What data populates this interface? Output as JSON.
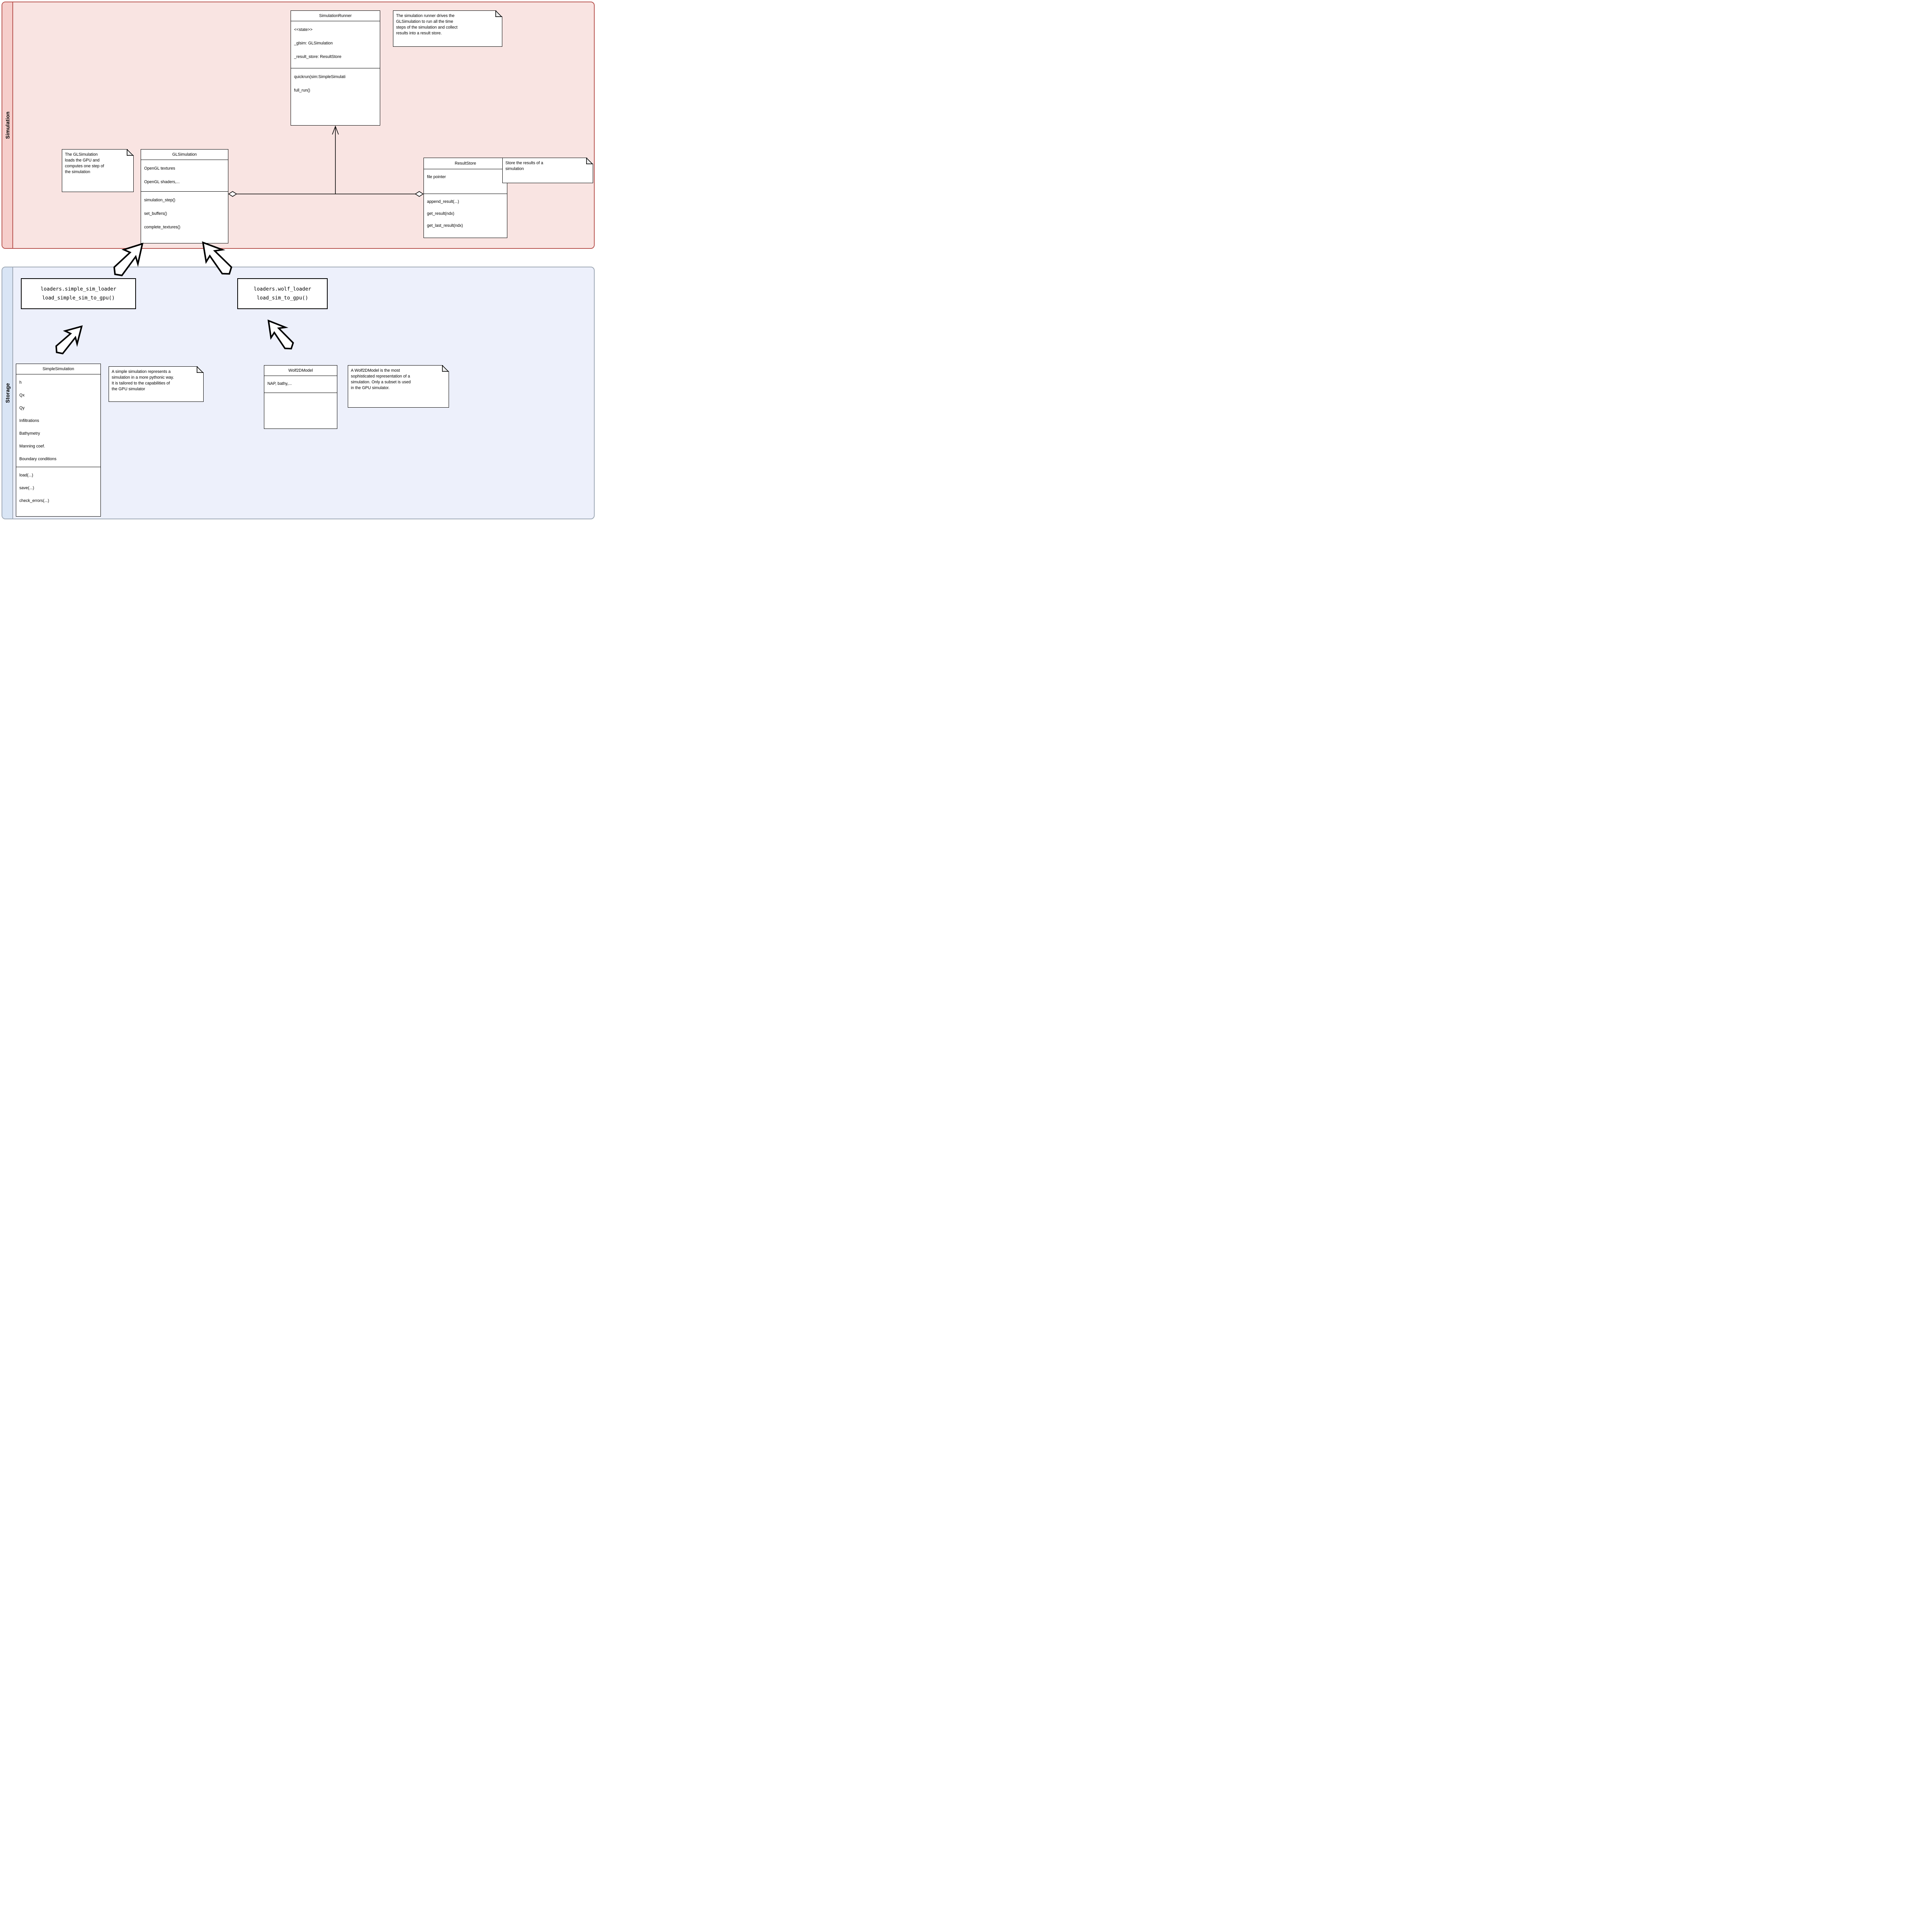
{
  "lanes": {
    "simulation": {
      "label": "Simulation"
    },
    "storage": {
      "label": "Storage"
    }
  },
  "classes": {
    "simulation_runner": {
      "title": "SimulationRunner",
      "attrs": [
        "<<state>>",
        "_glsim: GLSimulation",
        "_result_store: ResultStore"
      ],
      "methods": [
        "quickrun(sim:SimpleSimulati",
        "full_run()"
      ]
    },
    "gl_simulation": {
      "title": "GLSimulation",
      "attrs": [
        "OpenGL textures",
        "OpenGL shaders,..."
      ],
      "methods": [
        "simulation_step()",
        "set_buffers()",
        "complete_textures()"
      ]
    },
    "result_store": {
      "title": "ResultStore",
      "attrs": [
        "file pointer"
      ],
      "methods": [
        "append_result(...)",
        "get_result(ndx)",
        "get_last_result(ndx)"
      ]
    },
    "simple_simulation": {
      "title": "SimpleSimulation",
      "attrs": [
        "h",
        "Qx",
        "Qy",
        "Infiltrations",
        "Bathymetry",
        "Manning coef.",
        "Boundary conditions"
      ],
      "methods": [
        "load(...)",
        "save(...)",
        "check_errors(...)"
      ]
    },
    "wolf2d_model": {
      "title": "Wolf2DModel",
      "attrs": [
        "NAP, bathy,..."
      ],
      "methods": []
    }
  },
  "modules": {
    "simple_sim_loader": {
      "line1": "loaders.simple_sim_loader",
      "line2": "load_simple_sim_to_gpu()"
    },
    "wolf_loader": {
      "line1": "loaders.wolf_loader",
      "line2": "load_sim_to_gpu()"
    }
  },
  "notes": {
    "simulation_runner": "The simulation runner drives the\nGLSimulation to run all the time\nsteps of the simulation and collect\nresults into a result store.",
    "gl_simulation": "The GLSimulation\nloads the GPU and\ncomputes one step of\nthe simulation",
    "result_store": "Store the results of a\nsimulation",
    "simple_simulation": "A simple simulation represents a\nsimulation in a more pythonic way.\nIt is tailored to the capabilities of\nthe GPU simulator",
    "wolf2d_model": "A Wolf2DModel is the most\nsophisticated representation of a\nsimulation. Only a subset is used\nin the GPU simulator."
  },
  "colors": {
    "simulation_lane_border": "#b85450",
    "simulation_lane_strip": "#f6cecb",
    "simulation_lane_body": "#f9e4e2",
    "storage_lane_border": "#9fa9b6",
    "storage_lane_strip": "#d9e5f5",
    "storage_lane_body": "#edf0fb",
    "shape_fill": "#ffffff",
    "shape_stroke": "#000000",
    "note_fold": "#eeeeee"
  }
}
